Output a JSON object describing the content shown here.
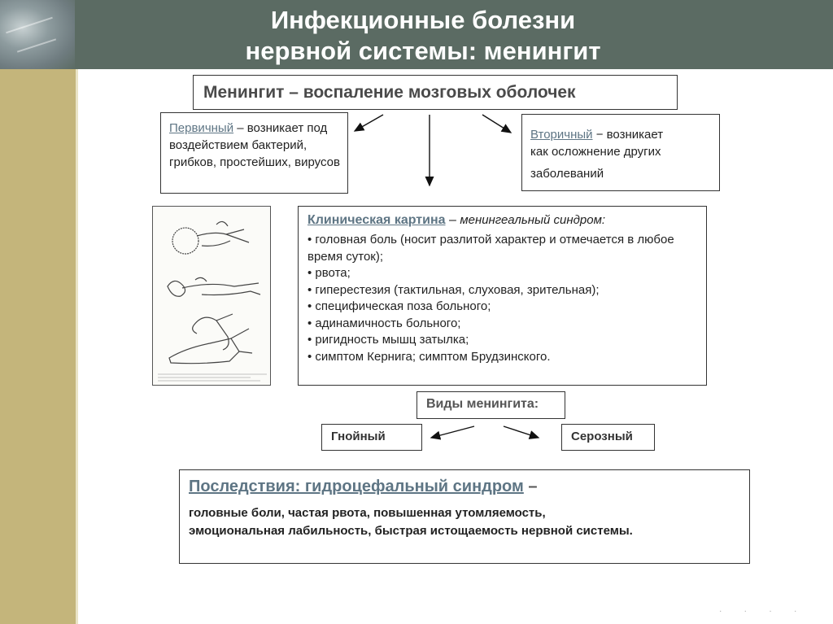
{
  "header": {
    "title_line1": "Инфекционные болезни",
    "title_line2": "нервной системы: менингит"
  },
  "definition": "Менингит – воспаление мозговых оболочек",
  "primary": {
    "term": "Первичный",
    "text": " – возникает под воздействием бактерий, грибков, простейших, вирусов"
  },
  "secondary": {
    "term": "Вторичный",
    "text_line1": " − возникает",
    "text_line2": "как осложнение других",
    "text_line3": "заболеваний"
  },
  "clinical": {
    "term": "Клиническая картина",
    "dash": " – ",
    "subtitle": "менингеальный синдром:",
    "items": [
      "• головная боль (носит разлитой характер и отмечается в любое время суток);",
      "• рвота;",
      "• гиперестезия (тактильная, слуховая, зрительная);",
      "• специфическая поза больного;",
      "• адинамичность больного;",
      "• ригидность мышц затылка;",
      "• симптом Кернига;  симптом Брудзинского."
    ]
  },
  "types": {
    "label": "Виды менингита:",
    "purulent": "Гнойный",
    "serous": "Серозный"
  },
  "consequences": {
    "term": "Последствия: гидроцефальный синдром",
    "dash": " –",
    "line1": "головные боли, частая рвота, повышенная утомляемость,",
    "line2": "эмоциональная лабильность, быстрая истощаемость нервной системы."
  },
  "colors": {
    "header_bg": "#5b6b63",
    "sidebar": "#c4b57b",
    "link": "#5e7584"
  }
}
